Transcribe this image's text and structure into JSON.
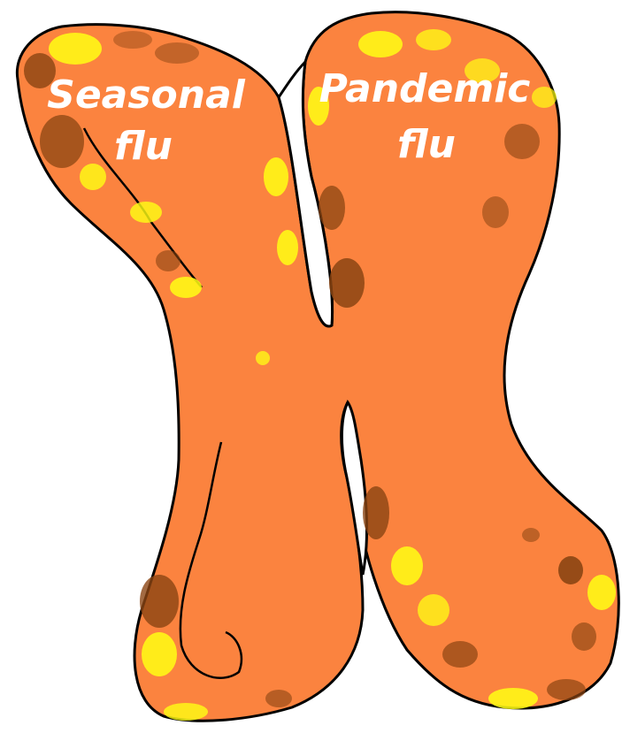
{
  "labels": {
    "left_line1": "Seasonal",
    "left_line2": "flu",
    "right_line1": "Pandemic",
    "right_line2": "flu"
  },
  "colors": {
    "body": "#fb833f",
    "outline": "#000000",
    "speckle_yellow": "#ffff14",
    "speckle_brown": "#8b4513",
    "background": "#ffffff"
  }
}
